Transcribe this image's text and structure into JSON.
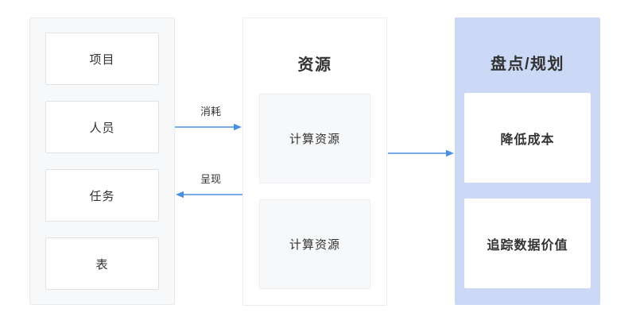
{
  "diagram": {
    "left_group": {
      "items": [
        "项目",
        "人员",
        "任务",
        "表"
      ]
    },
    "resource_group": {
      "title": "资源",
      "items": [
        "计算资源",
        "计算资源"
      ]
    },
    "planning_group": {
      "title": "盘点/规划",
      "items": [
        "降低成本",
        "追踪数据价值"
      ]
    },
    "flows": {
      "consume_label": "消耗",
      "present_label": "呈现"
    },
    "colors": {
      "flow_line": "#4a90e2",
      "planning_panel_bg": "#ccd9f6",
      "left_panel_bg": "#f7f8fa",
      "node_bg_white": "#ffffff",
      "node_bg_gray": "#f7f8fa",
      "text": "#333333"
    }
  }
}
